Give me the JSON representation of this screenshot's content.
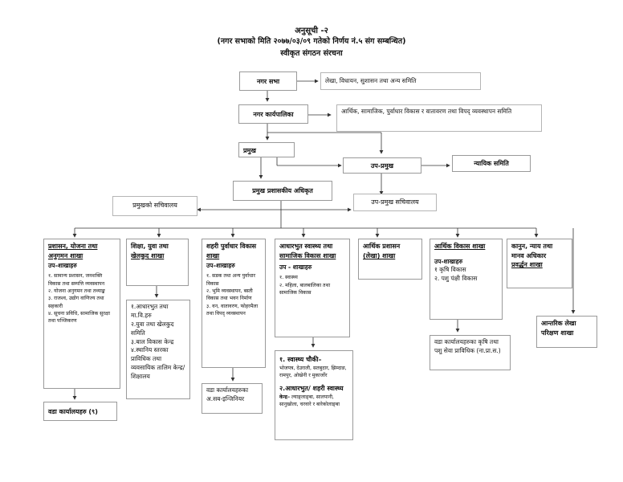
{
  "header": {
    "line1": "अनुसूची -२",
    "line2": "(नगर सभाको मिति २०७७/०३/०९ गतेको निर्णय नं.५ संग सम्बन्धित)",
    "line3": "स्वीकृत संगठन संरचना"
  },
  "top": {
    "nagar_sabha": "नगर सभा",
    "nagar_sabha_side": "लेखा, विधायन, सुशासन तथा अन्य समिति",
    "karyapalika": "नगर कार्यपालिका",
    "karyapalika_side": "आर्थिक, सामाजिक, पुर्वाधार विकास र वातावरण तथा विपद् व्यवस्थापन समिति",
    "pramukh": "प्रमुख",
    "upa_pramukh": "उप-प्रमुख",
    "nyayik": "न्यायिक समिति",
    "cao": "प्रमुख प्रशासकीय अधिकृत",
    "pramukh_sachivalaya": "प्रमुखको सचिवालय",
    "upa_sachivalaya": "उप-प्रमुख सचिवालय"
  },
  "branches": {
    "admin": {
      "title1": "प्रशासन, योजना तथा",
      "title2": "अनुगमन शाखा",
      "sub": "उप–शाखाहरु",
      "items": [
        "१. सामान्य प्रशासन, जनशक्ति विकास तथा सम्पत्ति व्यवस्थापन",
        "२. योजना अनुगमन तथा तथ्याङ्क",
        "३. राजश्व, उद्योग वाणिज्य तथा सहकारी",
        "४. सूचना प्रविधि, सामाजिक सुरक्षा तथा पञ्जिकरण"
      ],
      "ward": "वडा कार्यालयहरु (९)"
    },
    "education": {
      "title1": "शिक्षा, युवा तथा",
      "title2": "खेलकुद शाखा",
      "items": [
        "१.आधारभुत तथा मा.वि.हरु",
        "२.युवा तथा खेलकुद समिति",
        "३.बाल विकास केन्द्र",
        "४.स्थानिय स्तरका प्राविधिक तथा व्यवसायिक तालिम केन्द्र/ शिक्षालय"
      ]
    },
    "infra": {
      "title1": "शहरी पुर्वाधार विकास",
      "title2": "शाखा",
      "sub": "उप–शाखाहरु",
      "items": [
        "१. सडक तथा अन्य पुर्वाधार विकास",
        "२. भुमि व्यवस्थापन, बस्ती विकास तथा भवन निर्माण",
        "३. वन, वातावरण, फोहरमैला तथा विपद् व्यवस्थापन"
      ],
      "ward": "वडा कार्यालयहरुका अ.सब-इन्जिनियर"
    },
    "health": {
      "title1": "आधारभुत स्वास्थ्य तथा",
      "title2": "सामाजिक विकास शाखा",
      "sub": "उप - शाखाहरु",
      "items": [
        "१. स्वास्थ्य",
        "२. महिला, बालबालिका तथा सामाजिक विकास"
      ],
      "post_title": "१. स्वास्थ्य चौकी–",
      "post_list": "भोजपत्र, देउराली, सतबुदार, झिम्दाङ, रामपुर, ओखेनी र मुकार्जोर",
      "center_title": "२.आधारभुत/ शहरी स्वास्थ्य",
      "center_label": "केन्द्र–",
      "center_list": "ल्याङ्लाङ्बा, सालपानी, सानुखोला, चरवारे र बारेकोलाङ्बा"
    },
    "finance": {
      "title1": "आर्थिक प्रशासन",
      "title2": "(लेखा) शाखा"
    },
    "economic": {
      "title": "आर्थिक विकास शाखा",
      "sub": "उप-शाखाहरु",
      "items": [
        "१ कृषि विकास",
        "२. पशु पंक्षी विकास"
      ],
      "ward": "वडा कार्यालयहरुका कृषि तथा पशु सेवा प्राविधिक (ना.प्रा.स.)"
    },
    "law": {
      "title1": "कानुन, न्याय तथा",
      "title2": "मानव अधिकार",
      "title3": "प्रवर्द्धन शाखा"
    },
    "audit": {
      "title1": "आन्तरिक लेखा",
      "title2": "परिक्षण शाखा"
    }
  }
}
